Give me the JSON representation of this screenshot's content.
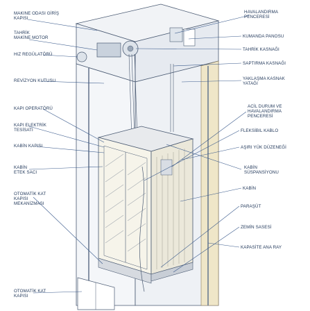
{
  "colors": {
    "ink": "#1e3558",
    "leader": "#3a5a8c",
    "shaft_fill": "#e9eef4",
    "cabin_fill": "#f6f4ea",
    "beige": "#efe6c8",
    "wire": "#4a5a72"
  },
  "labels_left": [
    {
      "text": "MAKINE ODASI GİRİŞ\nKAPISI"
    },
    {
      "text": "TAHRİK\nMAKİNE MOTOR"
    },
    {
      "text": "HIZ REGÜLATÖRÜ"
    },
    {
      "text": "REVİZYON KUTUSU"
    },
    {
      "text": "KAPI OPERATÖRÜ"
    },
    {
      "text": "KAPI ELEKTRİK\nTESİSATI"
    },
    {
      "text": "KABİN KAPISI"
    },
    {
      "text": "KABİN\nETEK SACI"
    },
    {
      "text": "OTOMATİK KAT\nKAPISI\nMEKANİZMASI"
    },
    {
      "text": "OTOMATİK KAT\nKAPISI"
    }
  ],
  "labels_right": [
    {
      "text": "HAVALANDIRMA\nPENCERESİ"
    },
    {
      "text": "KUMANDA PANOSU"
    },
    {
      "text": "TAHRİK KASNAĞI"
    },
    {
      "text": "SAPTIRMA KASNAĞI"
    },
    {
      "text": "YAKLAŞMA KASNAK\nYATAĞI"
    },
    {
      "text": "ACİL DURUM VE\nHAVALANDIRMA\nPENCERESİ"
    },
    {
      "text": "FLEKSİBIL KABLO"
    },
    {
      "text": "AŞIRI YÜK DÜZENEĞİ"
    },
    {
      "text": "KABİN\nSÜSPANSİYONU"
    },
    {
      "text": "KABİN"
    },
    {
      "text": "PARAŞÜT"
    },
    {
      "text": "ZEMİN SASESİ"
    },
    {
      "text": "KAPASİTE ANA RAY"
    }
  ]
}
